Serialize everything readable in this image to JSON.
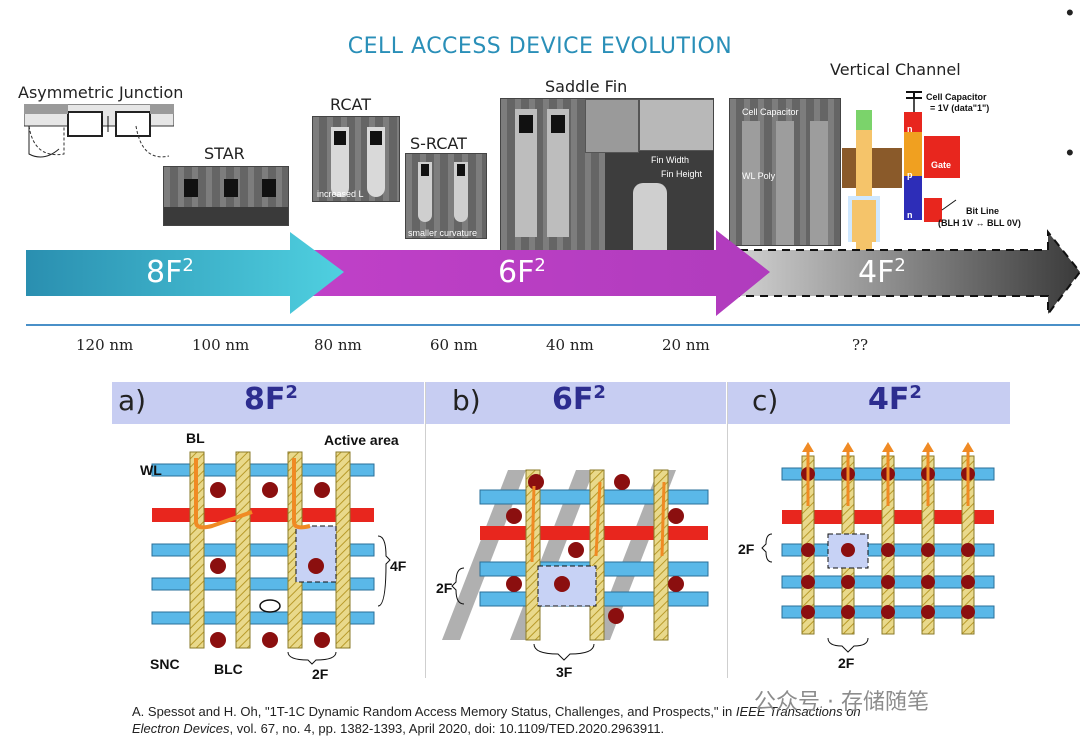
{
  "title": "CELL ACCESS DEVICE EVOLUTION",
  "stages": {
    "asymmetric": "Asymmetric Junction",
    "star": "STAR",
    "rcat": "RCAT",
    "srcat": "S-RCAT",
    "saddle": "Saddle Fin",
    "vertical": "Vertical Channel"
  },
  "photo_labels": {
    "rcat_inner": "increased L",
    "srcat_inner": "smaller curvature",
    "fin_width": "Fin Width",
    "fin_height": "Fin Height",
    "cell_capacitor": "Cell Capacitor",
    "wl_poly": "WL Poly",
    "vc_cell_cap": "Cell Capacitor",
    "vc_cell_cap_val": "= 1V (data\"1\")",
    "vc_gate": "Gate",
    "vc_bitline": "Bit Line",
    "vc_bitline_val": "(BLH 1V ↔ BLL 0V)",
    "vc_n_top": "n",
    "vc_p": "p",
    "vc_n_bottom": "n"
  },
  "arrows": {
    "a": {
      "label": "8F",
      "sup": "2",
      "color": "#2a9fb0"
    },
    "b": {
      "label": "6F",
      "sup": "2",
      "color": "#bf4fc8"
    },
    "c": {
      "label": "4F",
      "sup": "2",
      "color": "#5a5a5a"
    }
  },
  "nodes": [
    "120 nm",
    "100 nm",
    "80 nm",
    "60 nm",
    "40 nm",
    "20 nm",
    "??"
  ],
  "panels": {
    "a": {
      "letter": "a)",
      "head": "8F",
      "sup": "2",
      "bl": "BL",
      "active": "Active area",
      "wl": "WL",
      "snc": "SNC",
      "blc": "BLC",
      "dim_v": "4F",
      "dim_h": "2F"
    },
    "b": {
      "letter": "b)",
      "head": "6F",
      "sup": "2",
      "dim_v": "2F",
      "dim_h": "3F"
    },
    "c": {
      "letter": "c)",
      "head": "4F",
      "sup": "2",
      "dim_v": "2F",
      "dim_h": "2F"
    }
  },
  "citation": {
    "line1_pre": "A. Spessot and H. Oh, \"1T-1C Dynamic Random Access Memory Status, Challenges, and Prospects,\" in ",
    "line1_journal": "IEEE Transactions on",
    "line2_journal": "Electron Devices",
    "line2_rest": ", vol. 67, no. 4, pp. 1382-1393, April 2020, doi: 10.1109/TED.2020.2963911."
  },
  "watermark": "公众号 · 存储随笔",
  "colors": {
    "wl": "#5ab8e8",
    "wl_red": "#e8261e",
    "dot": "#8b0f0f",
    "bitline_fill": "#e9d98b",
    "arrow_orange": "#f08a24"
  }
}
